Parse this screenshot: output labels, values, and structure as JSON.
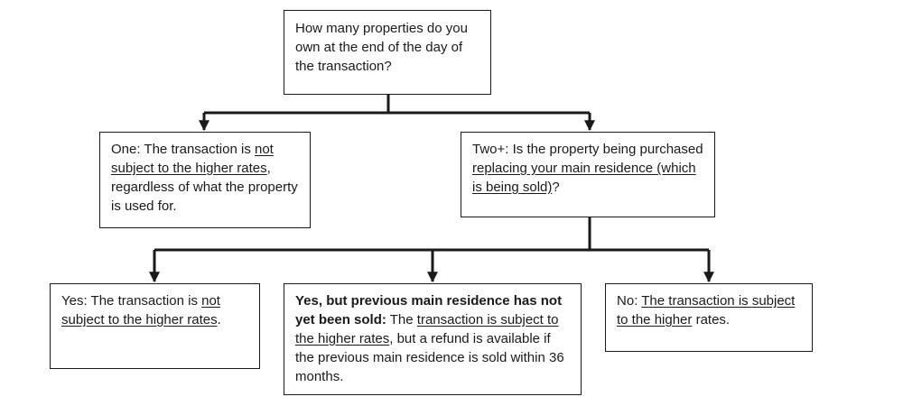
{
  "diagram": {
    "root": {
      "text": "How many properties do you own at the end of the day of the transaction?"
    },
    "one": {
      "lead": "One",
      "colon": ":",
      "text1": " The transaction is ",
      "underlined": "not subject to the higher rates",
      "text2": ", regardless of what the property is used for."
    },
    "two": {
      "lead": "Two+",
      "colon": ":",
      "text1": " Is the property being purchased ",
      "underlined": "replacing your main residence (which is being sold)",
      "text2": "?"
    },
    "yes": {
      "lead": "Yes",
      "colon": ":",
      "text1": " The transaction is ",
      "underlined": "not subject to the higher rates",
      "text2": "."
    },
    "yes_but": {
      "lead": "Yes, but previous main residence has not yet been sold:",
      "text1": " The ",
      "underlined": "transaction is subject to the higher rates",
      "text2": ", but a refund is available if the previous main residence is sold within 36 months."
    },
    "no": {
      "lead": "No",
      "colon": ":",
      "text1": " ",
      "underlined": "The transaction is subject to the higher",
      "text2": " rates."
    }
  }
}
